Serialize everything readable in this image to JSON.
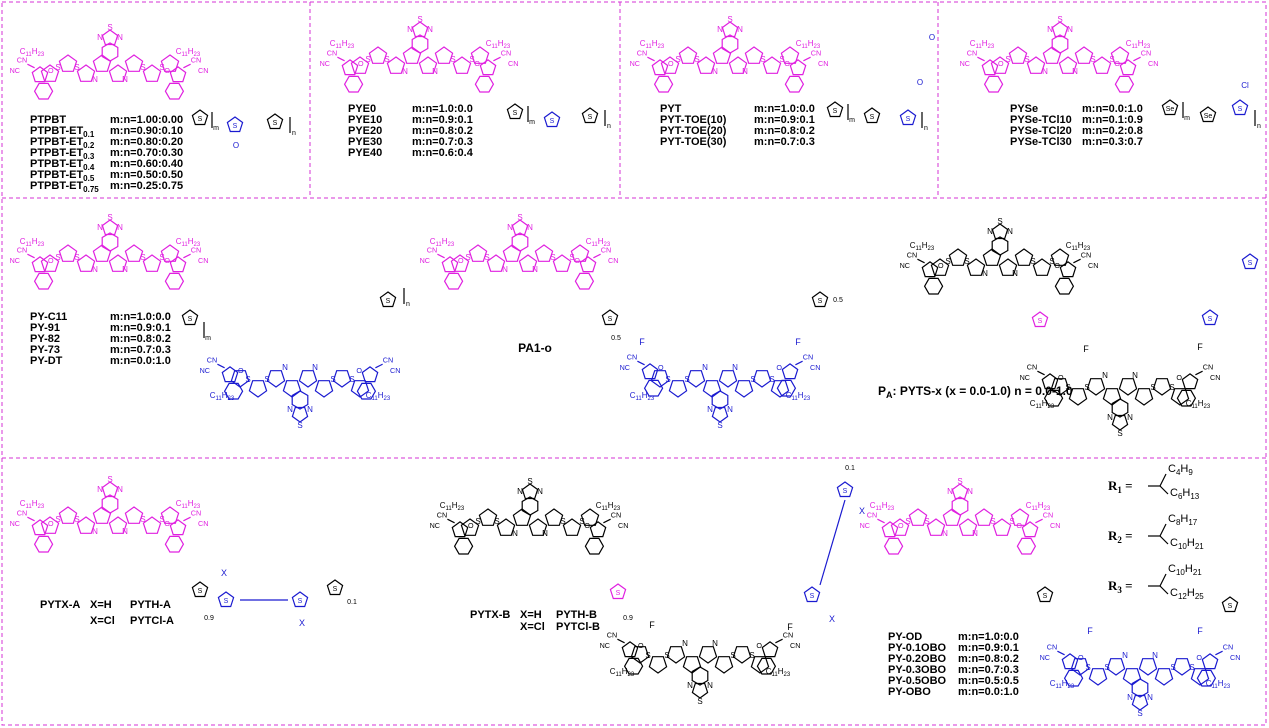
{
  "colors": {
    "frame": "#d633d6",
    "donor": "#e020e0",
    "acceptor": "#1a1ad0",
    "black": "#000000"
  },
  "panels": [
    {
      "id": "ptpbt",
      "labels": [
        {
          "name": "PTPBT",
          "ratio": "m:n=1.00:0.00"
        },
        {
          "name": "PTPBT-ET",
          "sub": "0.1",
          "ratio": "m:n=0.90:0.10"
        },
        {
          "name": "PTPBT-ET",
          "sub": "0.2",
          "ratio": "m:n=0.80:0.20"
        },
        {
          "name": "PTPBT-ET",
          "sub": "0.3",
          "ratio": "m:n=0.70:0.30"
        },
        {
          "name": "PTPBT-ET",
          "sub": "0.4",
          "ratio": "m:n=0.60:0.40"
        },
        {
          "name": "PTPBT-ET",
          "sub": "0.5",
          "ratio": "m:n=0.50:0.50"
        },
        {
          "name": "PTPBT-ET",
          "sub": "0.75",
          "ratio": "m:n=0.25:0.75"
        }
      ]
    },
    {
      "id": "pye",
      "labels": [
        {
          "name": "PYE0",
          "ratio": "m:n=1.0:0.0"
        },
        {
          "name": "PYE10",
          "ratio": "m:n=0.9:0.1"
        },
        {
          "name": "PYE20",
          "ratio": "m:n=0.8:0.2"
        },
        {
          "name": "PYE30",
          "ratio": "m:n=0.7:0.3"
        },
        {
          "name": "PYE40",
          "ratio": "m:n=0.6:0.4"
        }
      ]
    },
    {
      "id": "pyt",
      "labels": [
        {
          "name": "PYT",
          "ratio": "m:n=1.0:0.0"
        },
        {
          "name": "PYT-TOE(10)",
          "ratio": "m:n=0.9:0.1"
        },
        {
          "name": "PYT-TOE(20)",
          "ratio": "m:n=0.8:0.2"
        },
        {
          "name": "PYT-TOE(30)",
          "ratio": "m:n=0.7:0.3"
        }
      ]
    },
    {
      "id": "pyse",
      "labels": [
        {
          "name": "PYSe",
          "ratio": "m:n=0.0:1.0"
        },
        {
          "name": "PYSe-TCl10",
          "ratio": "m:n=0.1:0.9"
        },
        {
          "name": "PYSe-TCl20",
          "ratio": "m:n=0.2:0.8"
        },
        {
          "name": "PYSe-TCl30",
          "ratio": "m:n=0.3:0.7"
        }
      ]
    },
    {
      "id": "pyc11",
      "labels": [
        {
          "name": "PY-C11",
          "ratio": "m:n=1.0:0.0"
        },
        {
          "name": "PY-91",
          "ratio": "m:n=0.9:0.1"
        },
        {
          "name": "PY-82",
          "ratio": "m:n=0.8:0.2"
        },
        {
          "name": "PY-73",
          "ratio": "m:n=0.7:0.3"
        },
        {
          "name": "PY-DT",
          "ratio": "m:n=0.0:1.0"
        }
      ]
    },
    {
      "id": "pa1o",
      "labels": [
        {
          "name": "PA1-o"
        }
      ]
    },
    {
      "id": "pyts",
      "labels": [
        {
          "name": "PYTS-x (x = 0.0-1.0) n = 0.0-1.0",
          "prefix": "P",
          "prefix_sub": "A"
        }
      ]
    },
    {
      "id": "pytxa",
      "labels": [
        {
          "name": "PYTX-A",
          "x": "X=H",
          "name2": "PYTH-A"
        },
        {
          "x": "X=Cl",
          "name2": "PYTCl-A"
        }
      ]
    },
    {
      "id": "pytxb",
      "labels": [
        {
          "name": "PYTX-B",
          "x": "X=H",
          "name2": "PYTH-B"
        },
        {
          "x": "X=Cl",
          "name2": "PYTCl-B"
        }
      ]
    },
    {
      "id": "pyod",
      "labels": [
        {
          "name": "PY-OD",
          "ratio": "m:n=1.0:0.0"
        },
        {
          "name": "PY-0.1OBO",
          "ratio": "m:n=0.9:0.1"
        },
        {
          "name": "PY-0.2OBO",
          "ratio": "m:n=0.8:0.2"
        },
        {
          "name": "PY-0.3OBO",
          "ratio": "m:n=0.7:0.3"
        },
        {
          "name": "PY-0.5OBO",
          "ratio": "m:n=0.5:0.5"
        },
        {
          "name": "PY-OBO",
          "ratio": "m:n=0.0:1.0"
        }
      ]
    }
  ],
  "atoms": {
    "S": "S",
    "N": "N",
    "CN": "CN",
    "NC": "NC",
    "O": "O",
    "F": "F",
    "Se": "Se",
    "Cl": "Cl",
    "X": "X",
    "m": "m",
    "n": "n",
    "C11H23": "C",
    "C11H23_sub": "11",
    "H": "H",
    "H_sub": "23"
  },
  "r_groups": [
    {
      "label": "R",
      "sub": "1",
      "top": "C",
      "top_sub": "4",
      "top_h": "H",
      "top_h_sub": "9",
      "bot": "C",
      "bot_sub": "6",
      "bot_h": "H",
      "bot_h_sub": "13"
    },
    {
      "label": "R",
      "sub": "2",
      "top": "C",
      "top_sub": "8",
      "top_h": "H",
      "top_h_sub": "17",
      "bot": "C",
      "bot_sub": "10",
      "bot_h": "H",
      "bot_h_sub": "21"
    },
    {
      "label": "R",
      "sub": "3",
      "top": "C",
      "top_sub": "10",
      "top_h": "H",
      "top_h_sub": "21",
      "bot": "C",
      "bot_sub": "12",
      "bot_h": "H",
      "bot_h_sub": "25"
    }
  ],
  "subs_small": {
    "point5": "0.5",
    "point1": "0.1",
    "point9": "0.9"
  }
}
